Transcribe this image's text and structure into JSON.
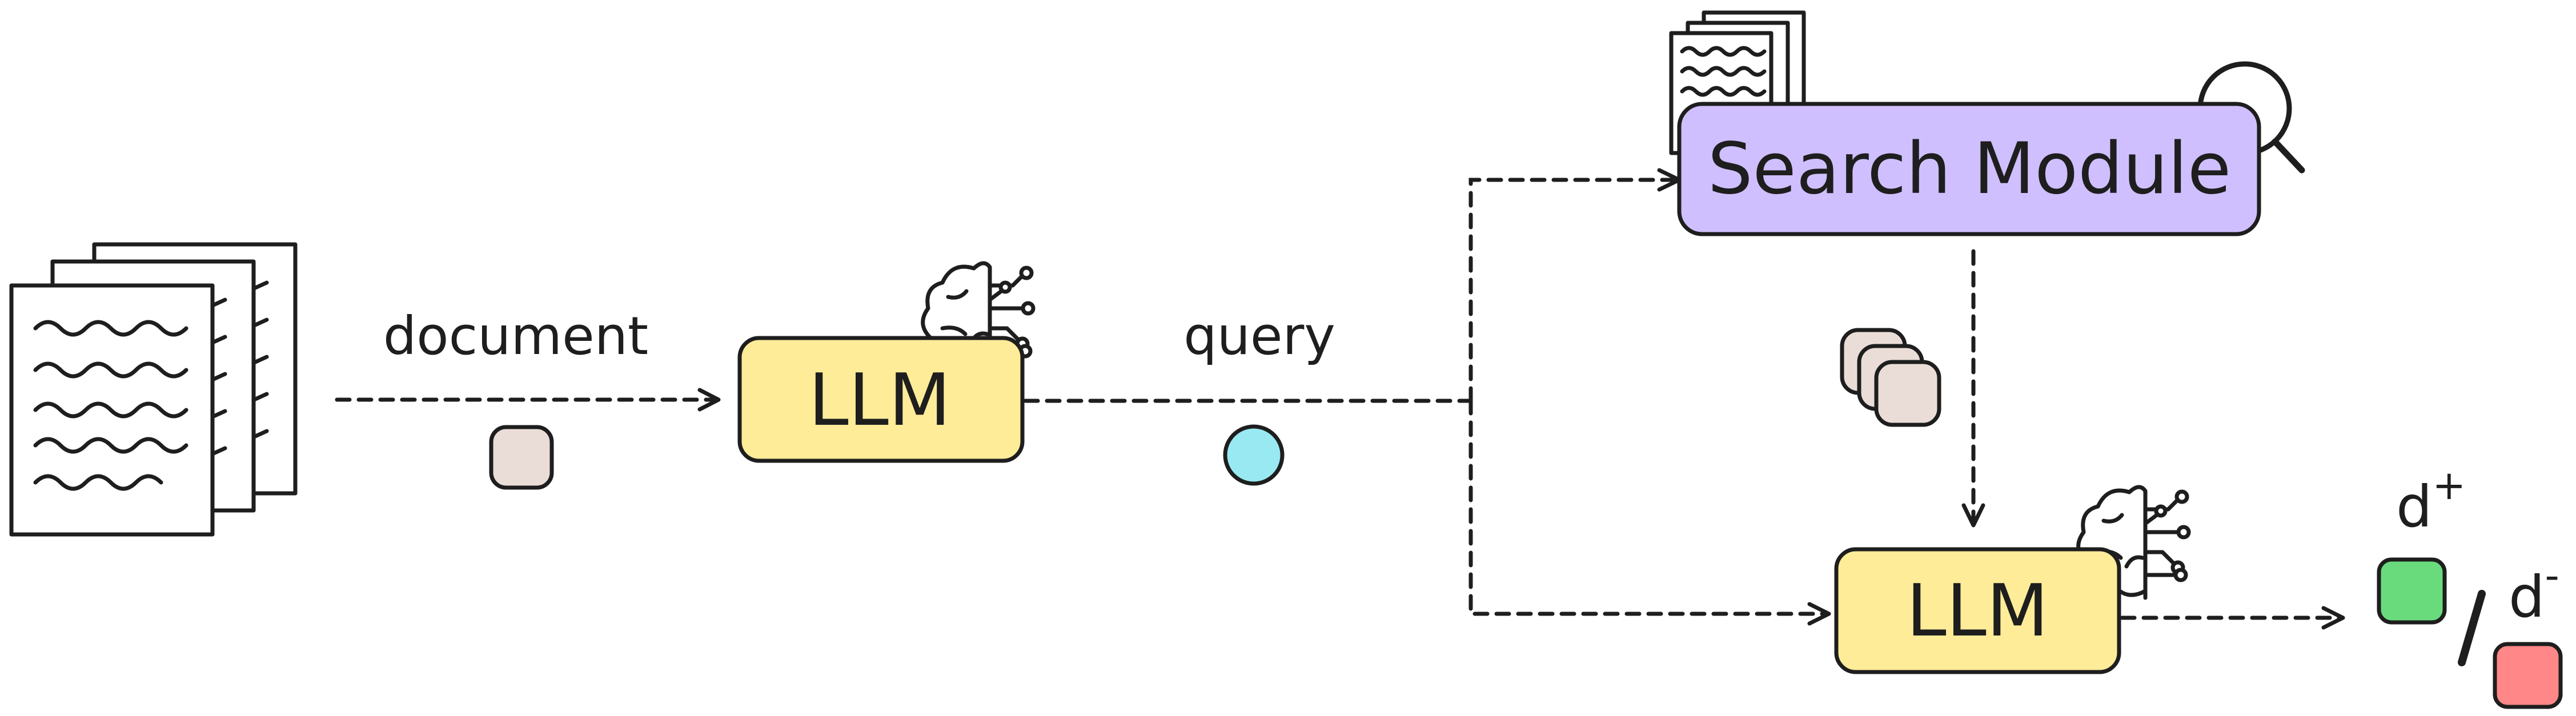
{
  "labels": {
    "document": "document",
    "query": "query",
    "llm_first": "LLM",
    "search_module": "Search Module",
    "llm_second": "LLM",
    "d_plus": "d",
    "d_plus_sup": "+",
    "d_minus": "d",
    "d_minus_sup": "-"
  },
  "colors": {
    "llm_fill": "#FFEC99",
    "search_fill": "#D0BFFF",
    "document_token": "#EADDD7",
    "query_token": "#99E9F2",
    "positive": "#69DB7C",
    "negative": "#FF8787",
    "stroke": "#1E1E1E"
  },
  "icons": [
    "document-stack-icon",
    "brain-circuit-icon",
    "magnifier-icon",
    "retrieved-documents-icon"
  ]
}
